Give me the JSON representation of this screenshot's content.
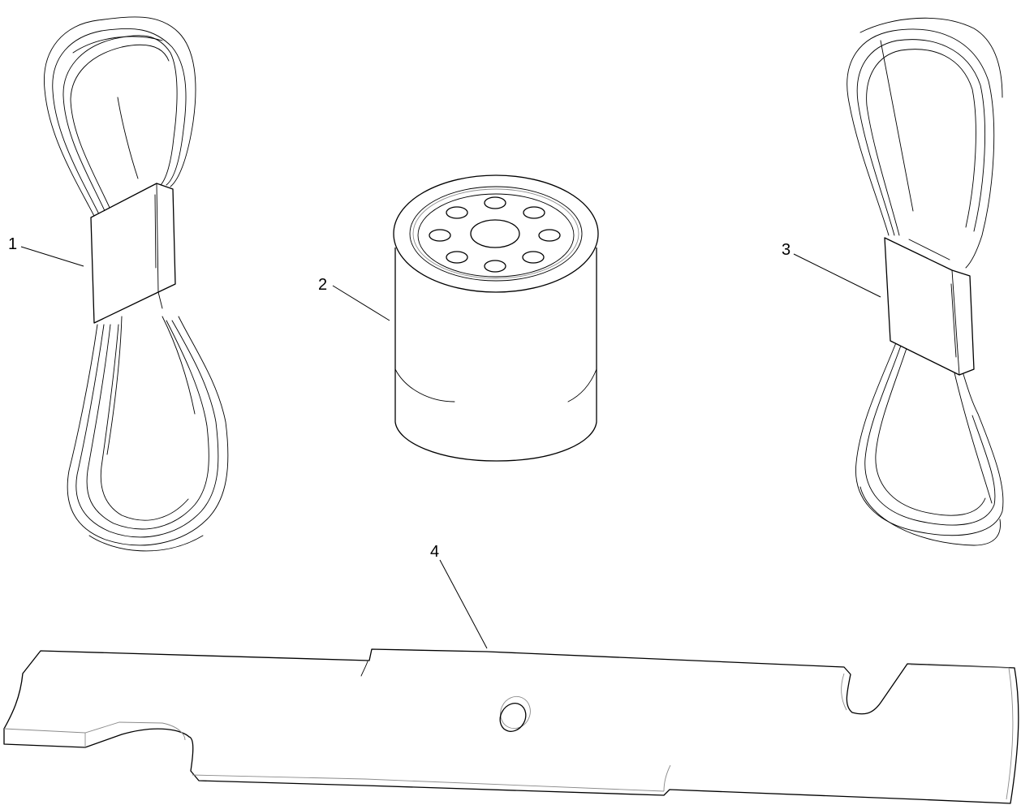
{
  "diagram": {
    "type": "parts-exploded-view",
    "background": "#ffffff",
    "line_color": "#000000",
    "parts": [
      {
        "callout": "1",
        "name": "belt-left",
        "description": "Belt (bundled loop with band)"
      },
      {
        "callout": "2",
        "name": "oil-filter",
        "description": "Oil filter"
      },
      {
        "callout": "3",
        "name": "belt-right",
        "description": "Belt (bundled loop with band)"
      },
      {
        "callout": "4",
        "name": "mower-blade",
        "description": "Blade"
      }
    ]
  }
}
